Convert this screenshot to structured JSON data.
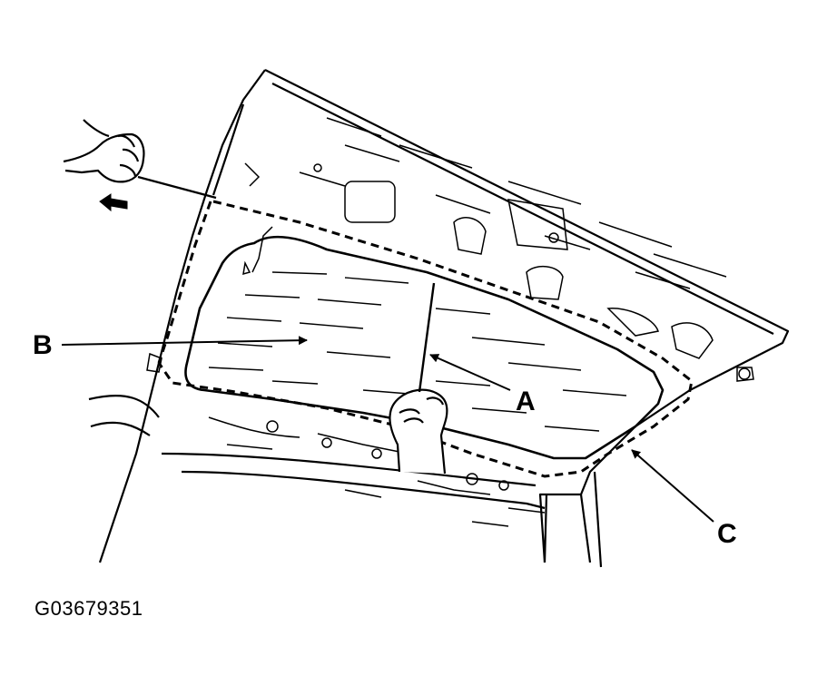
{
  "callouts": {
    "a": "A",
    "b": "B",
    "c": "C"
  },
  "figure_id": "G03679351",
  "colors": {
    "line": "#000000",
    "background": "#ffffff"
  }
}
